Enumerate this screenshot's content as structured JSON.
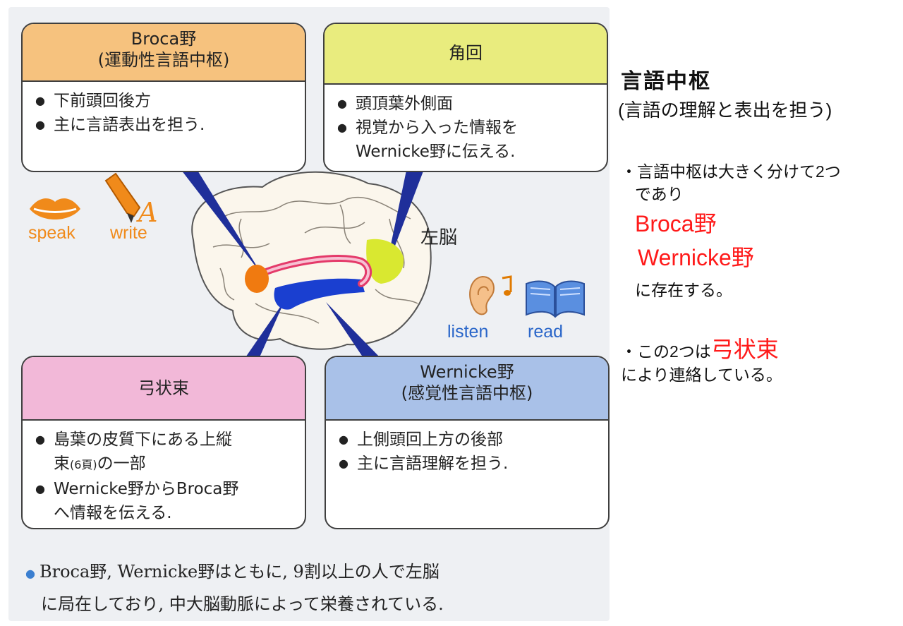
{
  "figure": {
    "boxes": {
      "broca": {
        "title_line1": "Broca野",
        "title_line2": "(運動性言語中枢)",
        "bullet1": "下前頭回後方",
        "bullet2": "主に言語表出を担う."
      },
      "kakukai": {
        "title": "角回",
        "bullet1": "頭頂葉外側面",
        "bullet2": "視覚から入った情報を",
        "bullet2_cont": "Wernicke野に伝える."
      },
      "kyujo": {
        "title": "弓状束",
        "bullet1": "島葉の皮質下にある上縦",
        "bullet1_cont_a": "束",
        "bullet1_cont_ref": "(6頁)",
        "bullet1_cont_b": "の一部",
        "bullet2": "Wernicke野からBroca野",
        "bullet2_cont": "へ情報を伝える."
      },
      "wernicke": {
        "title_line1": "Wernicke野",
        "title_line2": "(感覚性言語中枢)",
        "bullet1": "上側頭回上方の後部",
        "bullet2": "主に言語理解を担う."
      }
    },
    "icon_labels": {
      "speak": "speak",
      "write": "write",
      "listen": "listen",
      "read": "read"
    },
    "brain_label": "左脳",
    "footer_line1": "Broca野, Wernicke野はともに, 9割以上の人で左脳",
    "footer_line2": "に局在しており, 中大脳動脈によって栄養されている."
  },
  "side_notes": {
    "heading": "言語中枢",
    "subheading": "(言語の理解と表出を担う)",
    "note1_line1": "・言語中枢は大きく分けて2つ",
    "note1_line2": "であり",
    "highlight1": "Broca野",
    "highlight2": "Wernicke野",
    "note1_line3": "に存在する。",
    "note2_prefix": "・この2つは",
    "note2_highlight": "弓状束",
    "note2_line2": "により連絡している。"
  },
  "colors": {
    "broca_header": "#f6c27e",
    "kakukai_header": "#e9ec7e",
    "kyujo_header": "#f2b8d8",
    "wernicke_header": "#a9c1e8",
    "icon_orange": "#f08a1a",
    "icon_blue": "#2a66c9",
    "highlight_red": "#ff1a1a",
    "pointer_navy": "#1f2f9a"
  },
  "icons": [
    "lips-icon",
    "pencil-icon",
    "ear-icon",
    "music-note-icon",
    "open-book-icon"
  ]
}
